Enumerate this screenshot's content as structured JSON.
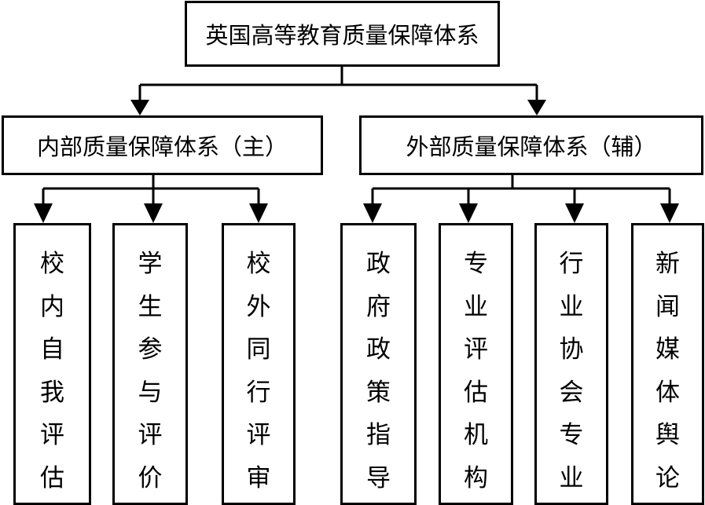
{
  "root": {
    "label": "英国高等教育质量保障体系"
  },
  "internal": {
    "label": "内部质量保障体系（主）",
    "children": [
      {
        "chars": [
          "校",
          "内",
          "自",
          "我",
          "评",
          "估"
        ]
      },
      {
        "chars": [
          "学",
          "生",
          "参",
          "与",
          "评",
          "价"
        ]
      },
      {
        "chars": [
          "校",
          "外",
          "同",
          "行",
          "评",
          "审"
        ]
      }
    ]
  },
  "external": {
    "label": "外部质量保障体系（辅）",
    "children": [
      {
        "chars": [
          "政",
          "府",
          "政",
          "策",
          "指",
          "导"
        ]
      },
      {
        "chars": [
          "专",
          "业",
          "评",
          "估",
          "机",
          "构"
        ]
      },
      {
        "chars": [
          "行",
          "业",
          "协",
          "会",
          "专",
          "业"
        ]
      },
      {
        "chars": [
          "新",
          "闻",
          "媒",
          "体",
          "舆",
          "论"
        ]
      }
    ]
  }
}
